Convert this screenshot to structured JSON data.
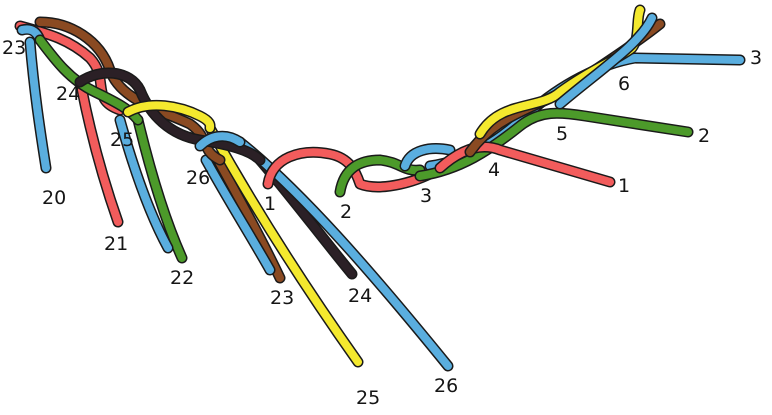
{
  "colors": {
    "red": "#f25c5c",
    "blue": "#5aaedf",
    "green": "#4c9a2a",
    "yellow": "#f4e92e",
    "brown": "#8a4a22",
    "black": "#2b2026",
    "outline": "#1a1a1a"
  },
  "labels": {
    "l1_right": "1",
    "l2_right": "2",
    "l3_right": "3",
    "l1_mid": "1",
    "l2_mid": "2",
    "l3_mid": "3",
    "l4_mid": "4",
    "l5_mid": "5",
    "l6_mid": "6",
    "l20": "20",
    "l21": "21",
    "l22": "22",
    "l23_bottom": "23",
    "l24_bottom": "24",
    "l25_bottom": "25",
    "l26_bottom": "26",
    "l23_top": "23",
    "l24_top": "24",
    "l25_top": "25",
    "l26_top": "26"
  }
}
